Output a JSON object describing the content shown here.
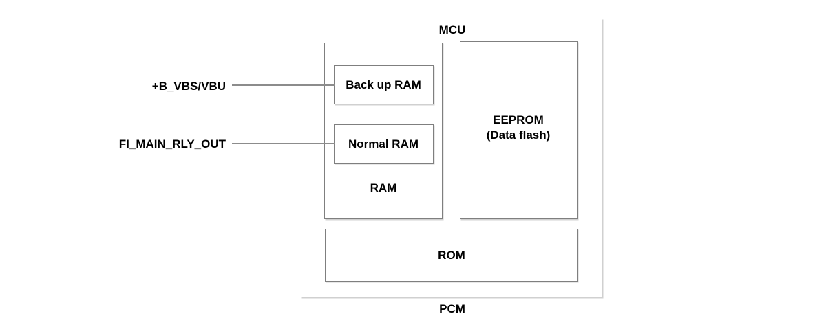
{
  "diagram": {
    "title_top": "MCU",
    "title_bottom": "PCM",
    "blocks": {
      "ram_group_label": "RAM",
      "backup_ram": "Back up RAM",
      "normal_ram": "Normal RAM",
      "eeprom_line1": "EEPROM",
      "eeprom_line2": "(Data flash)",
      "rom": "ROM"
    },
    "signals": [
      {
        "label": "+B_VBS/VBU",
        "target": "Back up RAM"
      },
      {
        "label": "FI_MAIN_RLY_OUT",
        "target": "Normal RAM"
      }
    ],
    "colors": {
      "background": "#ffffff",
      "box_border": "#7f7f7f",
      "wire": "#8c8c8c",
      "text": "#000000"
    }
  }
}
